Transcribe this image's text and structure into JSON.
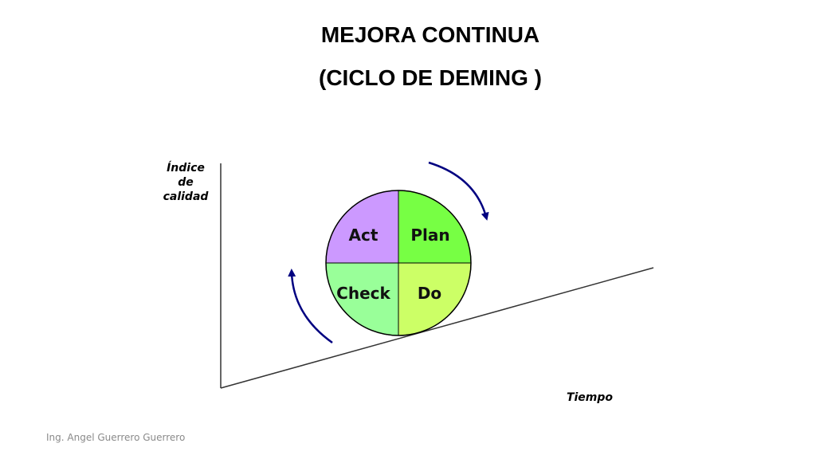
{
  "title": {
    "line1": "MEJORA CONTINUA",
    "line2": "(CICLO DE DEMING )"
  },
  "axes": {
    "y_label_lines": [
      "Índice",
      "de",
      "calidad"
    ],
    "x_label": "Tiempo"
  },
  "cycle": {
    "quadrants": [
      {
        "id": "act",
        "label": "Act",
        "color": "#cc99ff"
      },
      {
        "id": "plan",
        "label": "Plan",
        "color": "#77ff44"
      },
      {
        "id": "check",
        "label": "Check",
        "color": "#99ff99"
      },
      {
        "id": "do",
        "label": "Do",
        "color": "#ccff66"
      }
    ],
    "arrow_color": "#000080"
  },
  "footer": "Ing. Angel Guerrero Guerrero"
}
